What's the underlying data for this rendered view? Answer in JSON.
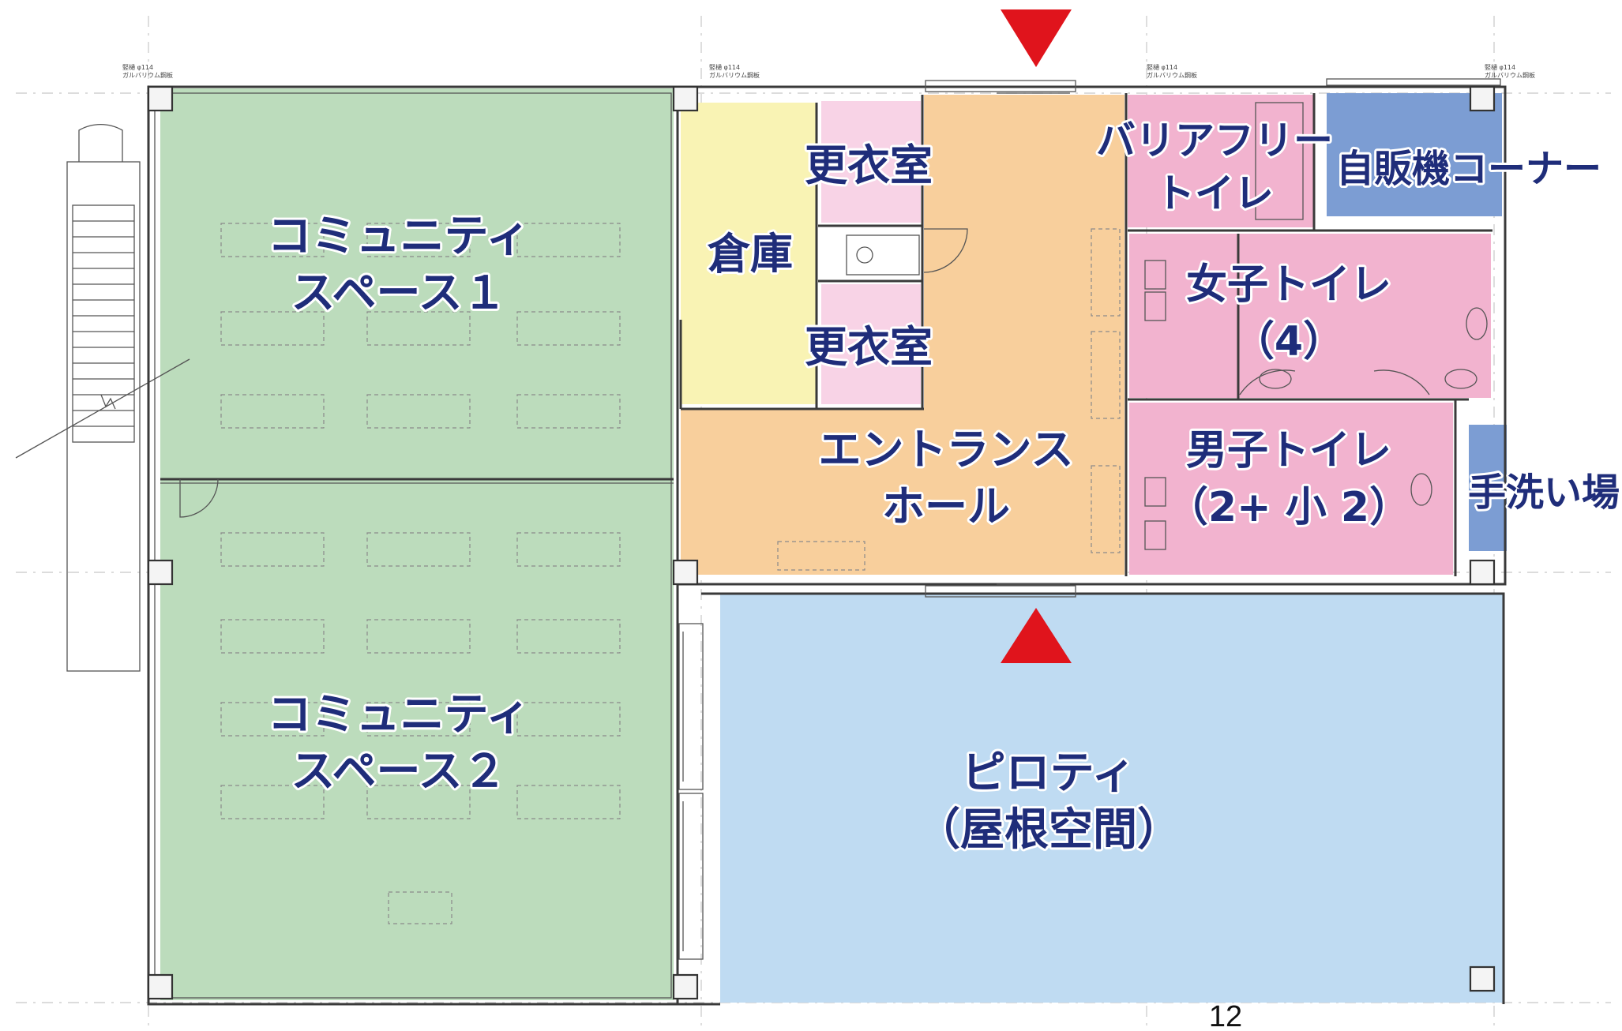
{
  "rooms": {
    "community_space_1": {
      "line1": "コミュニティ",
      "line2": "スペース１",
      "color": "#bcdcbc"
    },
    "community_space_2": {
      "line1": "コミュニティ",
      "line2": "スペース２",
      "color": "#bcdcbc"
    },
    "storage": {
      "label": "倉庫",
      "color": "#f9f3b4"
    },
    "changing_room_top": {
      "label": "更衣室",
      "color": "#f8d3e6"
    },
    "changing_room_bottom": {
      "label": "更衣室",
      "color": "#f8d3e6"
    },
    "entrance_hall": {
      "line1": "エントランス",
      "line2": "ホール",
      "color": "#f8cf9c"
    },
    "barrier_free_toilet": {
      "line1": "バリアフリー",
      "line2": "トイレ",
      "color": "#f2b3cf"
    },
    "vending_corner": {
      "label": "自販機コーナー",
      "color": "#7c9dd3"
    },
    "womens_toilet": {
      "line1": "女子トイレ",
      "line2": "（4）",
      "color": "#f2b3cf"
    },
    "mens_toilet": {
      "line1": "男子トイレ",
      "line2": "（2+ 小 2）",
      "color": "#f2b3cf"
    },
    "handwash": {
      "label": "手洗い場",
      "color": "#7c9dd3"
    },
    "piloti": {
      "line1": "ピロティ",
      "line2": "（屋根空間）",
      "color": "#bfdbf2"
    }
  },
  "entrance_marker_color": "#e0141c",
  "drainpipe_note": {
    "line1": "竪樋 φ114",
    "line2": "ガルバリウム鋼板"
  },
  "page_number": "12"
}
